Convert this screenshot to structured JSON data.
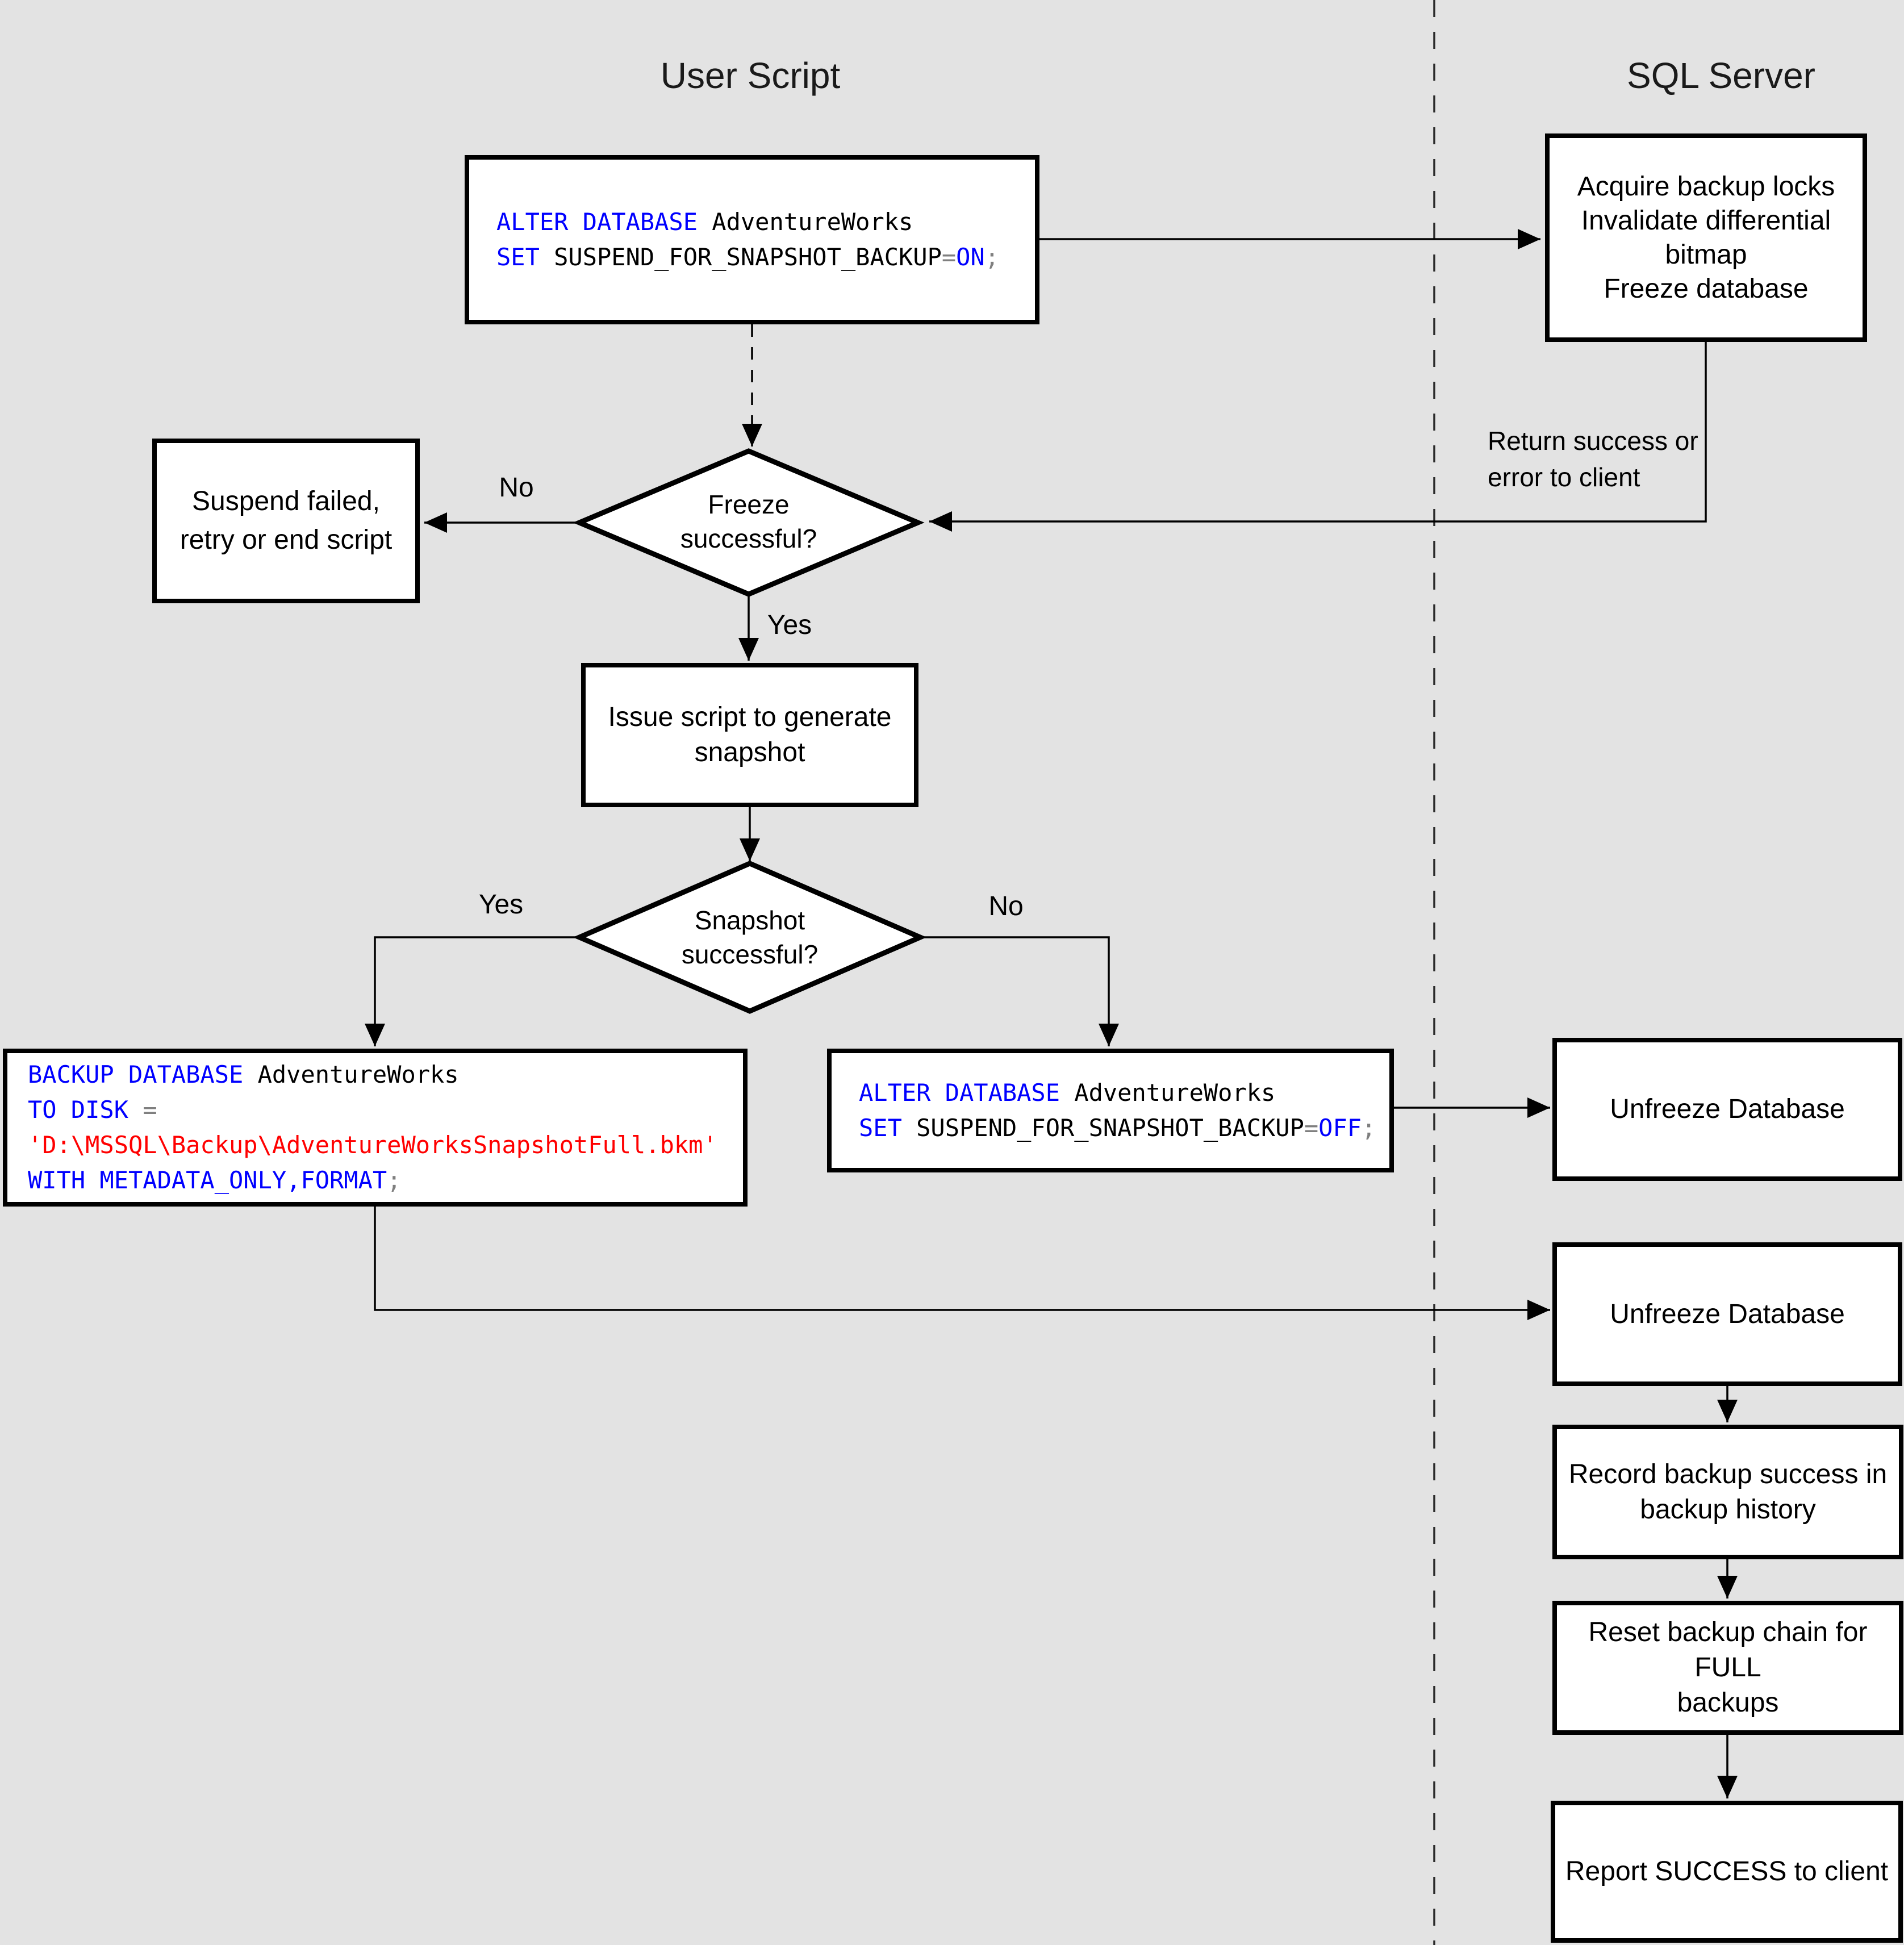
{
  "titles": {
    "left_column": "User Script",
    "right_column": "SQL Server"
  },
  "colors": {
    "canvas_bg": "#e3e3e3",
    "node_fill": "#ffffff",
    "node_border": "#000000",
    "edge_stroke": "#000000",
    "sql_keyword": "#0000ff",
    "sql_plain": "#000000",
    "sql_operator": "#7f7f7f",
    "sql_string": "#ff0000"
  },
  "code_blocks": {
    "alter_on": {
      "lines": [
        [
          {
            "c": "kw",
            "t": "ALTER DATABASE"
          },
          {
            "c": "pl",
            "t": " AdventureWorks"
          }
        ],
        [
          {
            "c": "kw",
            "t": "SET"
          },
          {
            "c": "pl",
            "t": " SUSPEND_FOR_SNAPSHOT_BACKUP"
          },
          {
            "c": "op",
            "t": "="
          },
          {
            "c": "kw",
            "t": "ON"
          },
          {
            "c": "op",
            "t": ";"
          }
        ]
      ]
    },
    "backup_metadata_only": {
      "lines": [
        [
          {
            "c": "kw",
            "t": "BACKUP DATABASE"
          },
          {
            "c": "pl",
            "t": " AdventureWorks"
          }
        ],
        [
          {
            "c": "kw",
            "t": "TO DISK"
          },
          {
            "c": "pl",
            "t": " "
          },
          {
            "c": "op",
            "t": "="
          }
        ],
        [
          {
            "c": "str",
            "t": "'D:\\MSSQL\\Backup\\AdventureWorksSnapshotFull.bkm'"
          }
        ],
        [
          {
            "c": "kw",
            "t": "WITH METADATA_ONLY,FORMAT"
          },
          {
            "c": "op",
            "t": ";"
          }
        ]
      ]
    },
    "alter_off": {
      "lines": [
        [
          {
            "c": "kw",
            "t": "ALTER DATABASE"
          },
          {
            "c": "pl",
            "t": " AdventureWorks"
          }
        ],
        [
          {
            "c": "kw",
            "t": "SET"
          },
          {
            "c": "pl",
            "t": " SUSPEND_FOR_SNAPSHOT_BACKUP"
          },
          {
            "c": "op",
            "t": "="
          },
          {
            "c": "kw",
            "t": "OFF"
          },
          {
            "c": "op",
            "t": ";"
          }
        ]
      ]
    }
  },
  "nodes": {
    "acquire_locks": "Acquire backup locks\nInvalidate differential\nbitmap\nFreeze database",
    "suspend_failed": "Suspend failed,\nretry or end script",
    "issue_script": "Issue script to generate\nsnapshot",
    "unfreeze_database_1": "Unfreeze Database",
    "unfreeze_database_2": "Unfreeze Database",
    "record_backup": "Record backup success in\nbackup history",
    "reset_chain": "Reset backup chain for FULL\nbackups",
    "report_success": "Report SUCCESS to client"
  },
  "decisions": {
    "freeze": {
      "question": "Freeze\nsuccessful?",
      "yes_label": "Yes",
      "no_label": "No"
    },
    "snapshot": {
      "question": "Snapshot\nsuccessful?",
      "yes_label": "Yes",
      "no_label": "No"
    }
  },
  "annotations": {
    "return_note": "Return success or\nerror to client"
  }
}
